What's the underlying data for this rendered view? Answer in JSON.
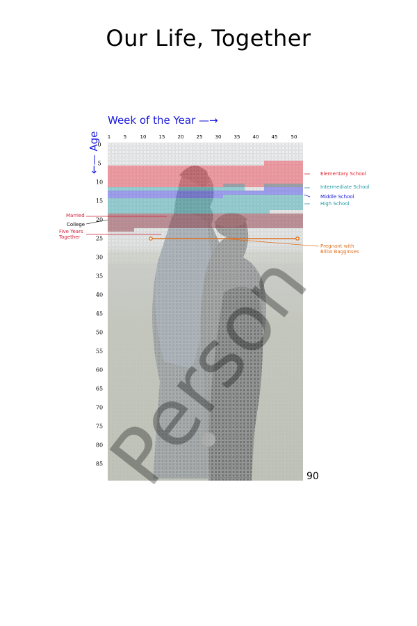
{
  "title": "Our Life, Together",
  "week_axis": {
    "label": "Week of the Year",
    "arrow": "—→",
    "ticks": [
      "1",
      "5",
      "10",
      "15",
      "20",
      "25",
      "30",
      "35",
      "40",
      "45",
      "50"
    ]
  },
  "age_axis": {
    "label": "Age",
    "arrow": "←—",
    "ticks": [
      "0",
      "5",
      "10",
      "15",
      "20",
      "25",
      "30",
      "35",
      "40",
      "45",
      "50",
      "55",
      "60",
      "65",
      "70",
      "75",
      "80",
      "85"
    ]
  },
  "page_number": "90",
  "watermark": "Person",
  "periods_right": [
    {
      "label": "Elementary School",
      "color": "#e0202a"
    },
    {
      "label": "Intermediate School",
      "color": "#1f9aa3"
    },
    {
      "label": "Middle School",
      "color": "#1a1adb"
    },
    {
      "label": "High School",
      "color": "#1f9aa3"
    }
  ],
  "periods_left": [
    {
      "label": "Married",
      "color": "#d0203a"
    },
    {
      "label": "College",
      "color": "#000000"
    },
    {
      "label": "Five Years",
      "color": "#d0203a"
    },
    {
      "label": "Together",
      "color": "#d0203a"
    }
  ],
  "event": {
    "label_line1": "Pregnant with",
    "label_line2": "Bilbo Bagginses",
    "color": "#e07020"
  }
}
